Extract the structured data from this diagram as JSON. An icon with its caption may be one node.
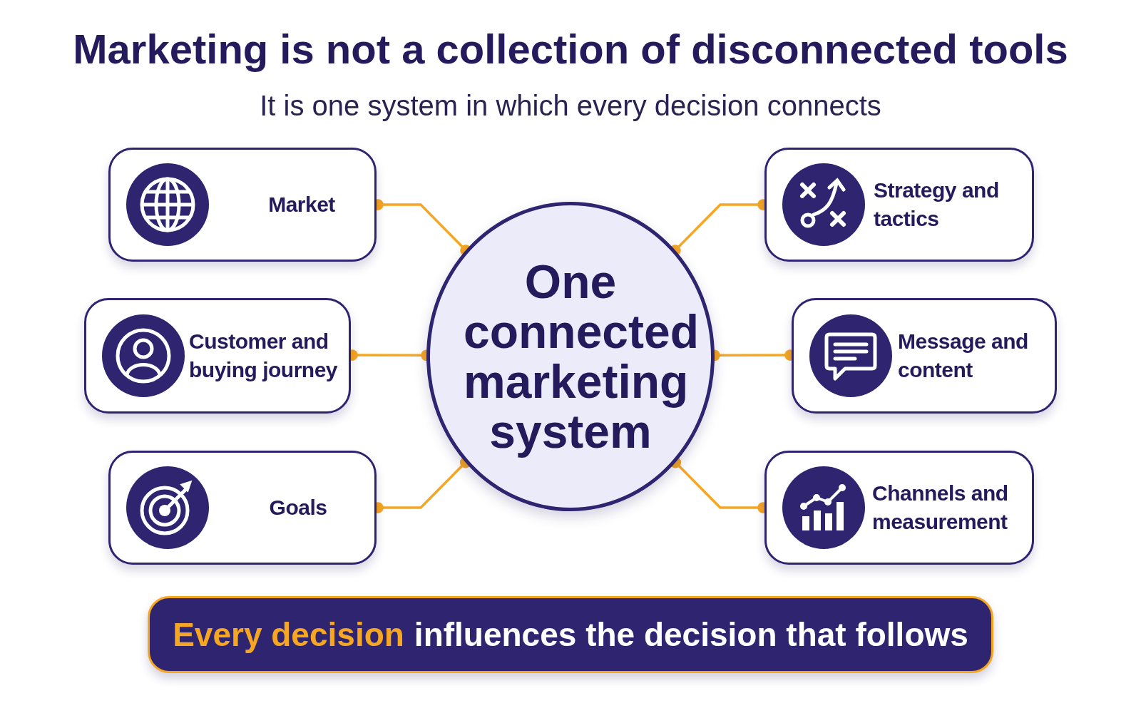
{
  "diagram": {
    "title": "Marketing is not a collection of disconnected tools",
    "nodes": [
      {
        "text": [
          "Market"
        ]
      },
      {
        "text": [
          "Strategy and tactics"
        ]
      },
      {
        "text": [
          "One connected marketing system"
        ]
      },
      {
        "text": [
          "Customer and buying journey"
        ]
      },
      {
        "text": [
          "Message and content"
        ]
      },
      {
        "text": [
          "Goals"
        ]
      },
      {
        "text": [
          "Channels and measurement"
        ]
      },
      {
        "text": [
          "Every decision",
          "influences the decision that follows"
        ]
      }
    ],
    "edges": [
      {
        "from": 0,
        "to": 2,
        "arrow": "other"
      },
      {
        "from": 1,
        "to": 2,
        "arrow": "other"
      },
      {
        "from": 3,
        "to": 2,
        "arrow": "other"
      },
      {
        "from": 4,
        "to": 2,
        "arrow": "other"
      },
      {
        "from": 5,
        "to": 2,
        "arrow": "other"
      },
      {
        "from": 6,
        "to": 2,
        "arrow": "other"
      }
    ],
    "labels": [
      "It is one system in which every decision connects"
    ]
  }
}
